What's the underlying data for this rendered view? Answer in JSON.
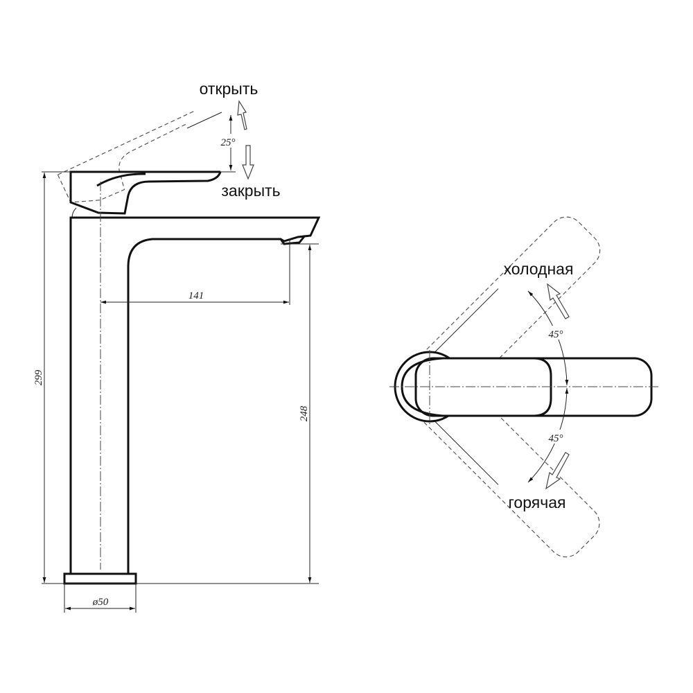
{
  "side_view": {
    "label_open": "открыть",
    "label_close": "закрыть",
    "angle": "25°",
    "dim_reach": "141",
    "dim_spout_height": "248",
    "dim_total_height": "299",
    "dim_base_diameter": "ø50"
  },
  "top_view": {
    "label_cold": "холодная",
    "label_hot": "горячая",
    "angle_cold": "45°",
    "angle_hot": "45°"
  }
}
